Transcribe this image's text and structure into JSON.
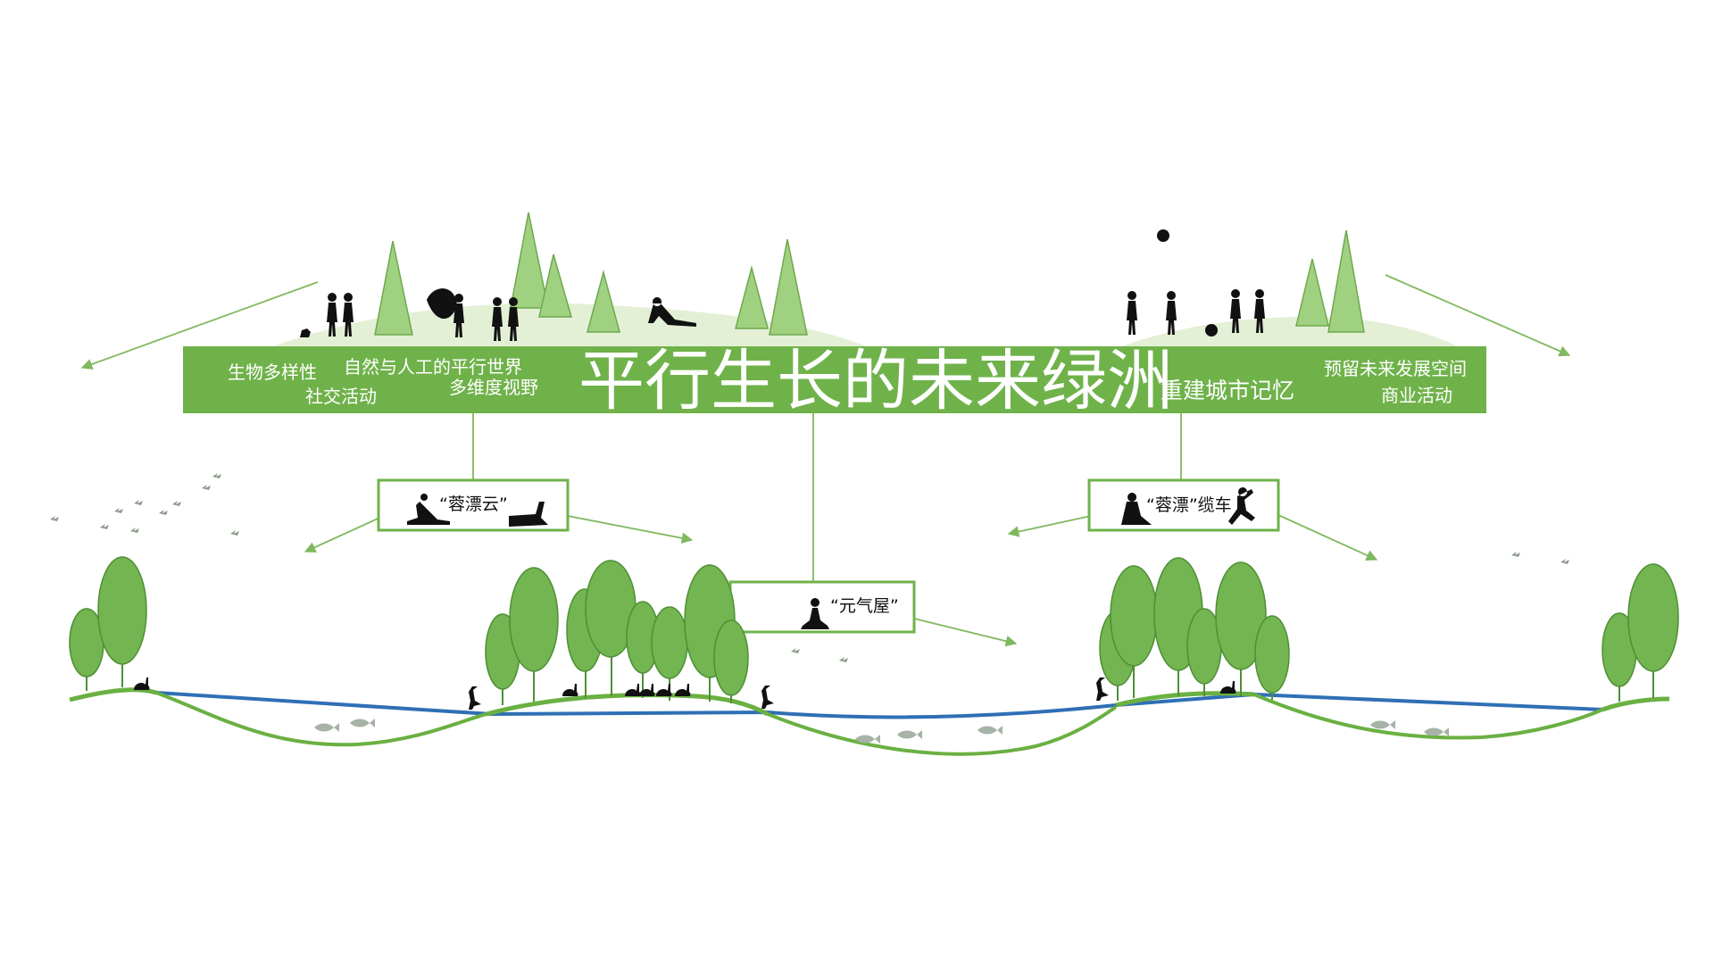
{
  "title": "平行生长的未来绿洲",
  "banner_left": {
    "biodiversity": "生物多样性",
    "parallel_world": "自然与人工的平行世界",
    "social": "社交活动",
    "multi_view": "多维度视野"
  },
  "banner_right": {
    "city_memory": "重建城市记忆",
    "reserve_space": "预留未来发展空间",
    "commerce": "商业活动"
  },
  "nodes": {
    "cloud": "“蓉漂云”",
    "house": "“元气屋”",
    "cable": "“蓉漂”缆车"
  },
  "colors": {
    "banner": "#6fb24a",
    "tree": "#72b551",
    "tree_stroke": "#4f8f35",
    "cone": "#9fd181",
    "hill": "#e4f0d6",
    "ground": "#6ab042",
    "river": "#2f6fb5",
    "line": "#7fb95f",
    "silhouette": "#111111"
  },
  "icons": [
    "tree-icon",
    "cone-tree-icon",
    "person-icon",
    "bird-icon",
    "fish-icon",
    "rabbit-icon",
    "heron-icon",
    "ball-icon",
    "meditate-icon"
  ]
}
